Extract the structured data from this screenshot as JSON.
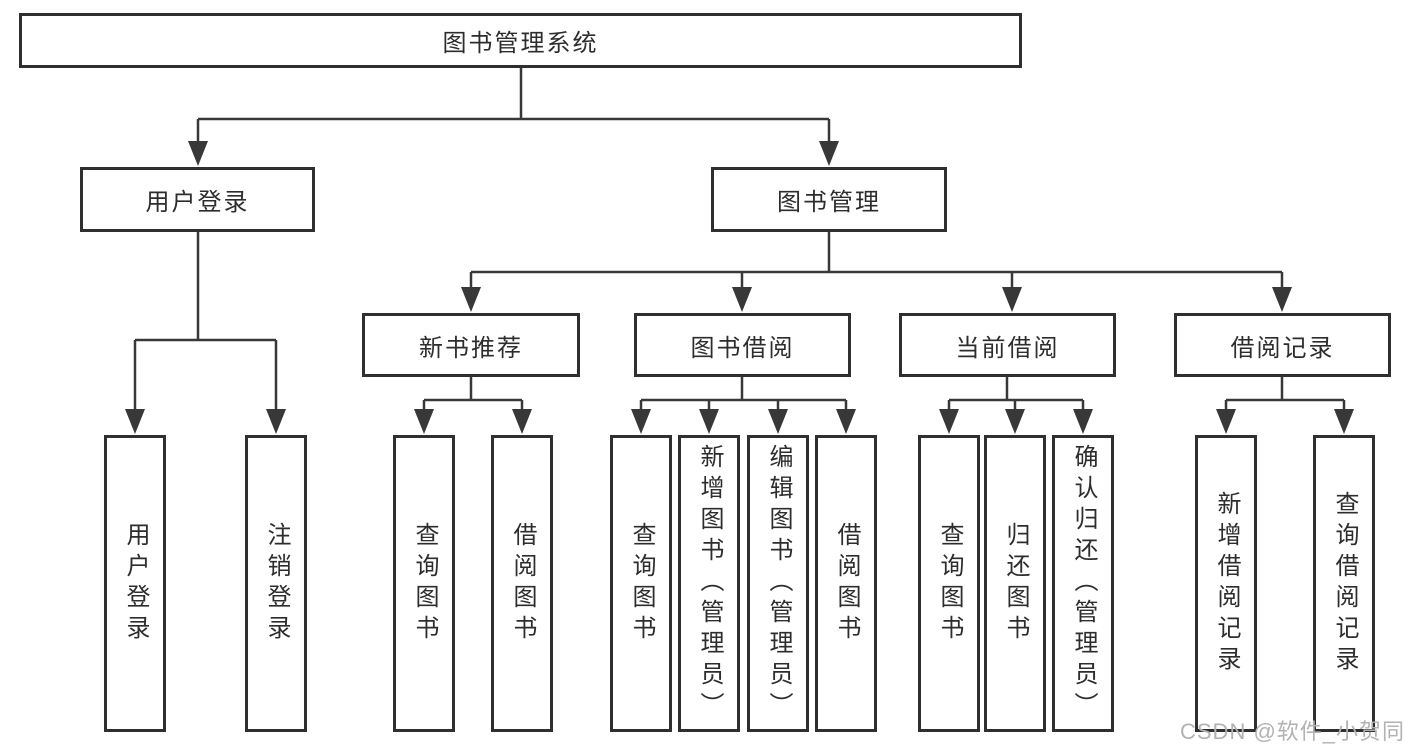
{
  "diagram": {
    "root": "图书管理系统",
    "login_branch": {
      "label": "用户登录",
      "children": [
        "用户登录",
        "注销登录"
      ]
    },
    "mgmt_branch": {
      "label": "图书管理",
      "groups": [
        {
          "label": "新书推荐",
          "children": [
            "查询图书",
            "借阅图书"
          ]
        },
        {
          "label": "图书借阅",
          "children": [
            "查询图书",
            "新增图书（管理员）",
            "编辑图书（管理员）",
            "借阅图书"
          ]
        },
        {
          "label": "当前借阅",
          "children": [
            "查询图书",
            "归还图书",
            "确认归还（管理员）"
          ]
        },
        {
          "label": "借阅记录",
          "children": [
            "新增借阅记录",
            "查询借阅记录"
          ]
        }
      ]
    }
  },
  "watermark": "CSDN @软件_小贺同学",
  "colors": {
    "line": "#383838",
    "border": "#2f2f2f",
    "text": "#2d2d2d",
    "background": "#ffffff",
    "watermark": "#b2b2b2"
  }
}
